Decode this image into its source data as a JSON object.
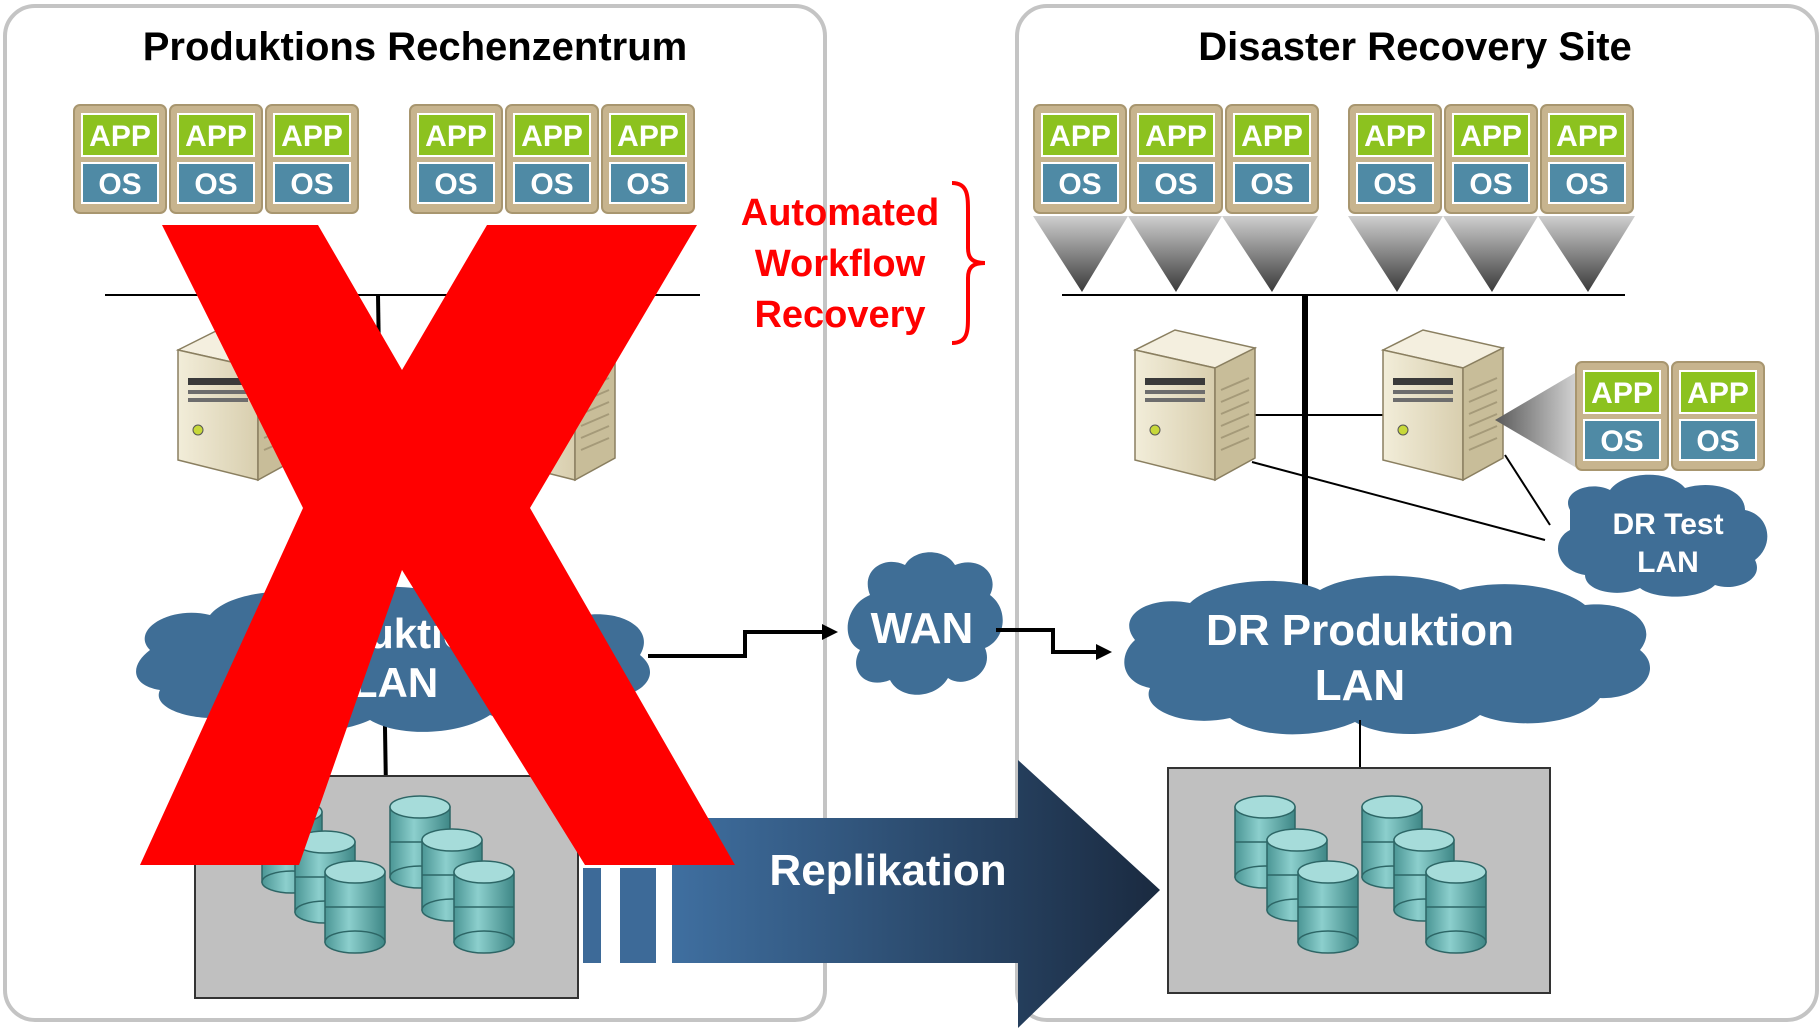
{
  "left_site": {
    "title": "Produktions Rechenzentrum",
    "lan_label_line1": "Produktions",
    "lan_label_line2": "LAN"
  },
  "right_site": {
    "title": "Disaster Recovery Site",
    "lan_label_line1": "DR Produktion",
    "lan_label_line2": "LAN",
    "test_lan_line1": "DR Test",
    "test_lan_line2": "LAN"
  },
  "vm": {
    "app_label": "APP",
    "os_label": "OS"
  },
  "wan": {
    "label": "WAN"
  },
  "recovery_note": {
    "line1": "Automated",
    "line2": "Workflow",
    "line3": "Recovery"
  },
  "replication": {
    "label": "Replikation"
  },
  "colors": {
    "app": "#8cc21f",
    "os": "#4e89a3",
    "vm_frame": "#c8b58f",
    "cloud": "#3f6e96",
    "db": "#5fa7a6",
    "arrow_dark": "#1c2c42",
    "arrow_light": "#3e6c9c",
    "red": "#ff0000"
  }
}
